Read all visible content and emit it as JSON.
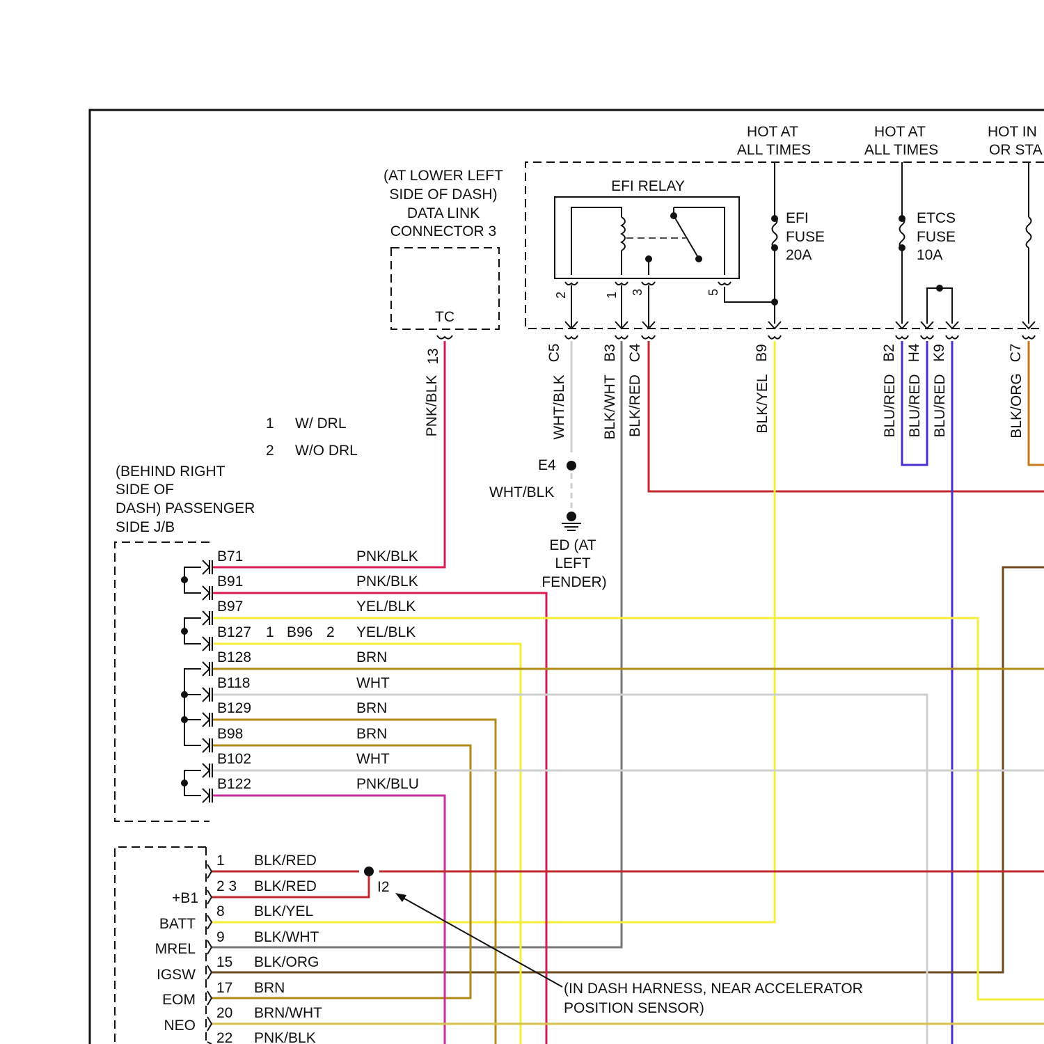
{
  "top_labels": {
    "hot1_a": "HOT AT",
    "hot1_b": "ALL TIMES",
    "hot2_a": "HOT AT",
    "hot2_b": "ALL TIMES",
    "hot3_a": "HOT IN",
    "hot3_b": "OR STA"
  },
  "dlc": {
    "line1": "(AT LOWER LEFT",
    "line2": "SIDE OF DASH)",
    "line3": "DATA LINK",
    "line4": "CONNECTOR 3",
    "terminal": "TC",
    "pin": "13",
    "wire": "PNK/BLK"
  },
  "relay": {
    "title": "EFI RELAY",
    "pins": [
      "2",
      "1",
      "3",
      "5"
    ],
    "efi_fuse": [
      "EFI",
      "FUSE",
      "20A"
    ],
    "etcs_fuse": [
      "ETCS",
      "FUSE",
      "10A"
    ]
  },
  "connectors_top": [
    {
      "id": "C5",
      "wire": "WHT/BLK"
    },
    {
      "id": "B3",
      "wire": "BLK/WHT"
    },
    {
      "id": "C4",
      "wire": "BLK/RED"
    },
    {
      "id": "B9",
      "wire": "BLK/YEL"
    },
    {
      "id": "B2",
      "wire": "BLU/RED"
    },
    {
      "id": "H4",
      "wire": "BLU/RED"
    },
    {
      "id": "K9",
      "wire": "BLU/RED"
    },
    {
      "id": "C7",
      "wire": "BLK/ORG"
    }
  ],
  "legend": [
    {
      "num": "1",
      "text": "W/ DRL"
    },
    {
      "num": "2",
      "text": "W/O DRL"
    }
  ],
  "ground": {
    "splice": "E4",
    "wire": "WHT/BLK",
    "label1": "ED (AT",
    "label2": "LEFT",
    "label3": "FENDER)"
  },
  "jb": {
    "line1": "(BEHIND RIGHT",
    "line2": "SIDE OF",
    "line3": "DASH) PASSENGER",
    "line4": "SIDE J/B",
    "rows": [
      {
        "pin": "B71",
        "wire": "PNK/BLK"
      },
      {
        "pin": "B91",
        "wire": "PNK/BLK"
      },
      {
        "pin": "B97",
        "wire": "YEL/BLK"
      },
      {
        "pin": "B127",
        "wire": "YEL/BLK"
      },
      {
        "pin": "B128",
        "wire": "BRN"
      },
      {
        "pin": "B118",
        "wire": "WHT"
      },
      {
        "pin": "B129",
        "wire": "BRN"
      },
      {
        "pin": "B98",
        "wire": "BRN"
      },
      {
        "pin": "B102",
        "wire": "WHT"
      },
      {
        "pin": "B122",
        "wire": "PNK/BLU"
      }
    ],
    "b96": {
      "pre": "1",
      "pin": "B96",
      "post": "2"
    }
  },
  "ecm": {
    "rows": [
      {
        "name": "",
        "pin": "1",
        "wire": "BLK/RED"
      },
      {
        "name": "+B1",
        "pin": "2 3",
        "wire": "BLK/RED"
      },
      {
        "name": "BATT",
        "pin": "8",
        "wire": "BLK/YEL"
      },
      {
        "name": "MREL",
        "pin": "9",
        "wire": "BLK/WHT"
      },
      {
        "name": "IGSW",
        "pin": "15",
        "wire": "BLK/ORG"
      },
      {
        "name": "EOM",
        "pin": "17",
        "wire": "BRN"
      },
      {
        "name": "NEO",
        "pin": "20",
        "wire": "BRN/WHT"
      },
      {
        "name": "",
        "pin": "22",
        "wire": "PNK/BLK"
      }
    ],
    "splice": "I2",
    "note1": "(IN DASH HARNESS, NEAR ACCELERATOR",
    "note2": "POSITION SENSOR)"
  },
  "colors": {
    "pnk": "#d81b55",
    "yel": "#f5ee3a",
    "brn": "#b08a17",
    "wht": "#cfcfcf",
    "red": "#c1292e",
    "blu": "#4b2fd0",
    "blk": "#222222",
    "org": "#c77a1e",
    "grey": "#777777"
  }
}
